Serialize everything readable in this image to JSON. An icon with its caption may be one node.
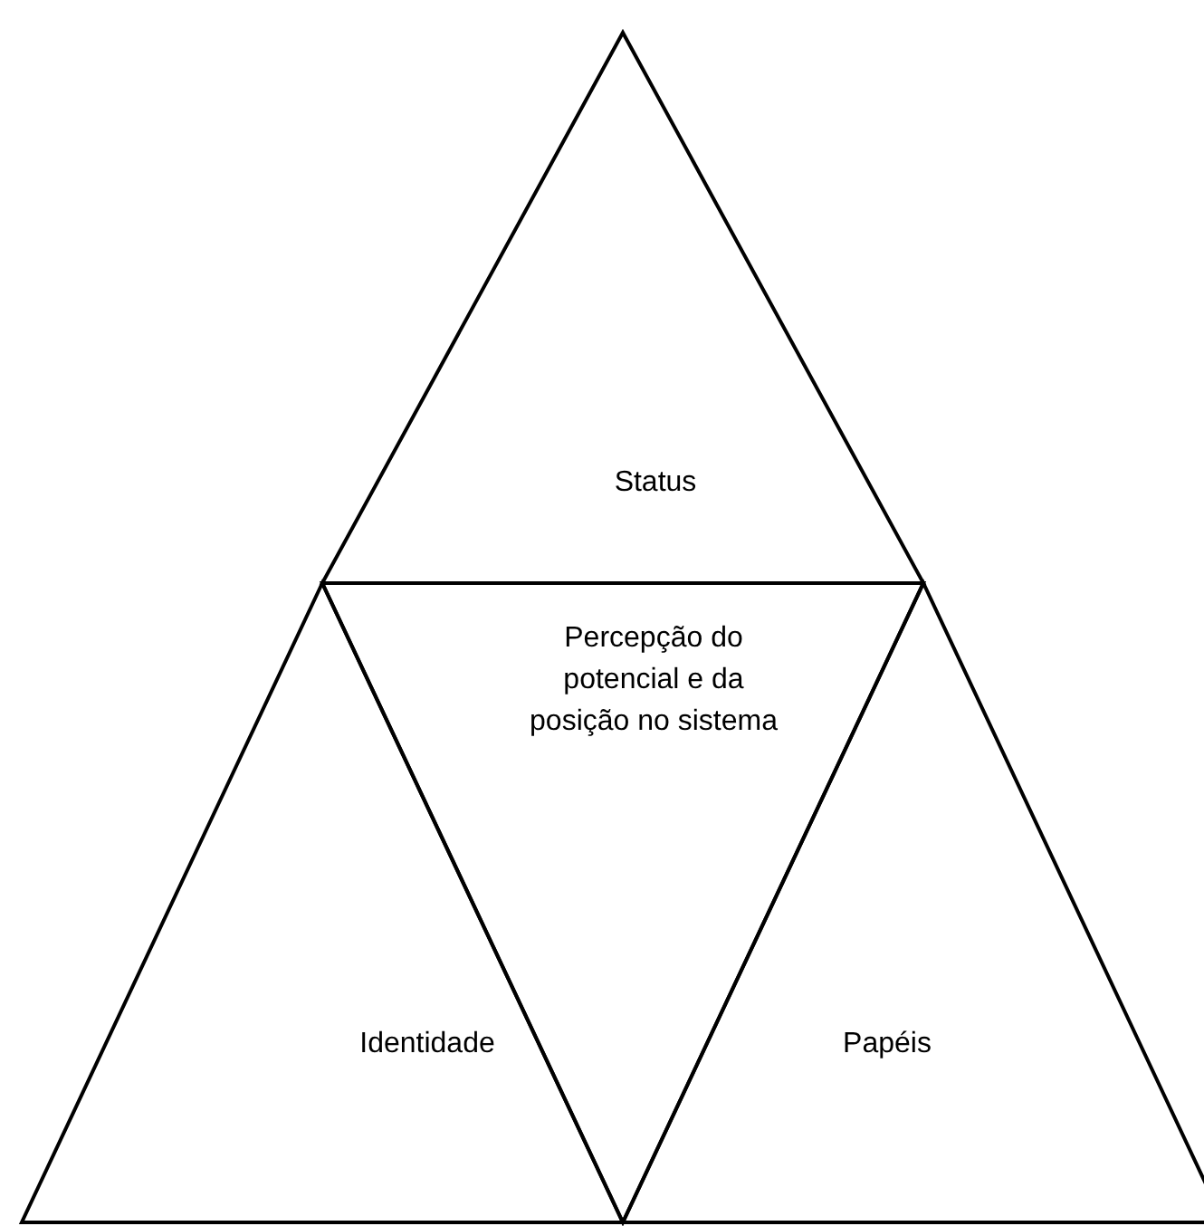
{
  "diagram": {
    "nodes": [
      {
        "text": [
          "Status"
        ]
      },
      {
        "text": [
          "Percepção do potencial e da posição no sistema"
        ]
      },
      {
        "text": [
          "Identidade"
        ]
      },
      {
        "text": [
          "Papéis"
        ]
      }
    ]
  }
}
